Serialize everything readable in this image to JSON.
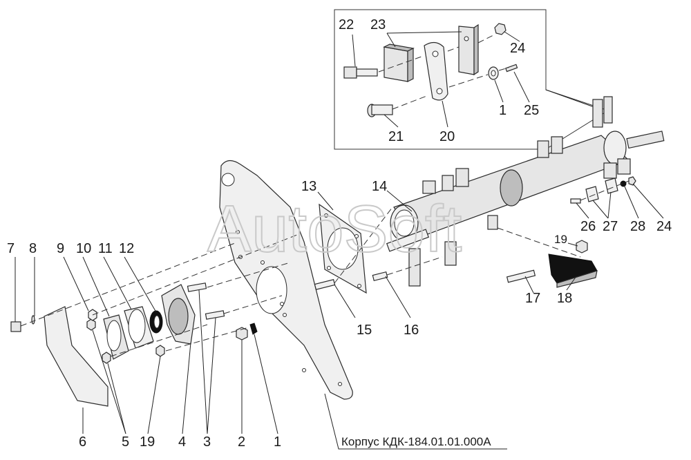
{
  "watermark": "AutoSoft",
  "caption": "Корпус КДК-184.01.01.000А",
  "labels": {
    "l1": "1",
    "l2": "2",
    "l3": "3",
    "l4": "4",
    "l5": "5",
    "l6": "6",
    "l7": "7",
    "l8": "8",
    "l9": "9",
    "l10": "10",
    "l11": "11",
    "l12": "12",
    "l13": "13",
    "l14": "14",
    "l15": "15",
    "l16": "16",
    "l17": "17",
    "l18": "18",
    "l19a": "19",
    "l19b": "19",
    "l20": "20",
    "l21": "21",
    "l22": "22",
    "l23": "23",
    "l24a": "24",
    "l24b": "24",
    "l25": "25",
    "l26": "26",
    "l27": "27",
    "l28": "28",
    "l1i": "1"
  }
}
